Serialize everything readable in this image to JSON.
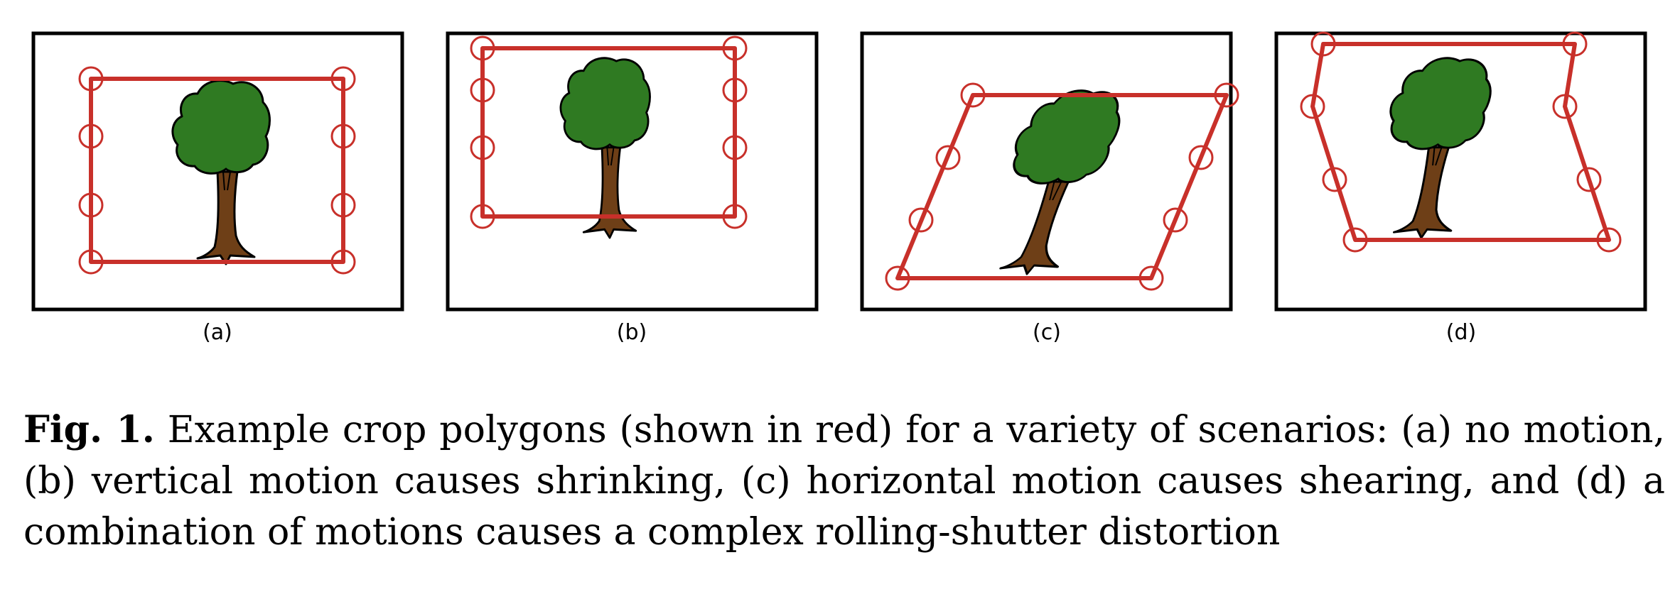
{
  "figure": {
    "panels": [
      {
        "id": "a",
        "label": "(a)"
      },
      {
        "id": "b",
        "label": "(b)"
      },
      {
        "id": "c",
        "label": "(c)"
      },
      {
        "id": "d",
        "label": "(d)"
      }
    ],
    "colors": {
      "polygon": "#c8302a",
      "frame": "#000000",
      "foliage": "#2f7a22",
      "trunk": "#6e3f17"
    }
  },
  "caption": {
    "label": "Fig. 1.",
    "text": "Example crop polygons (shown in red) for a variety of scenarios: (a) no motion, (b) vertical motion causes shrinking, (c) horizontal motion causes shearing, and (d) a combination of motions causes a complex rolling-shutter distortion"
  }
}
